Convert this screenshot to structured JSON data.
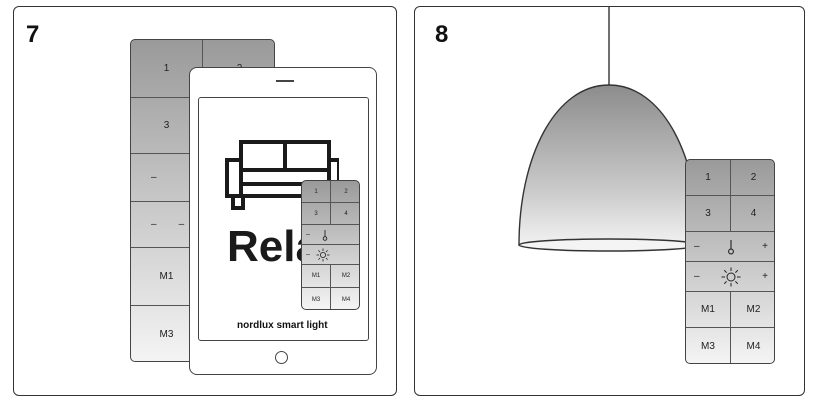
{
  "panel7": {
    "step": "7",
    "back_remote": {
      "rows": [
        [
          "1",
          "2"
        ],
        [
          "3",
          ""
        ],
        [
          "–",
          ""
        ],
        [
          "–",
          "–"
        ],
        [
          "M1",
          ""
        ],
        [
          "M3",
          ""
        ]
      ]
    },
    "tablet": {
      "screen_text": "Rela",
      "brand_name": "nordlux",
      "brand_tag": "smart light"
    },
    "mini_remote": {
      "rows": [
        [
          "1",
          "2"
        ],
        [
          "3",
          "4"
        ],
        [
          "–",
          "",
          ""
        ],
        [
          "–",
          "",
          ""
        ],
        [
          "M1",
          "M2"
        ],
        [
          "M3",
          "M4"
        ]
      ]
    }
  },
  "panel8": {
    "step": "8",
    "remote": {
      "rows": [
        [
          "1",
          "2"
        ],
        [
          "3",
          "4"
        ],
        [
          "–",
          "+"
        ],
        [
          "–",
          "+"
        ],
        [
          "M1",
          "M2"
        ],
        [
          "M3",
          "M4"
        ]
      ]
    }
  }
}
